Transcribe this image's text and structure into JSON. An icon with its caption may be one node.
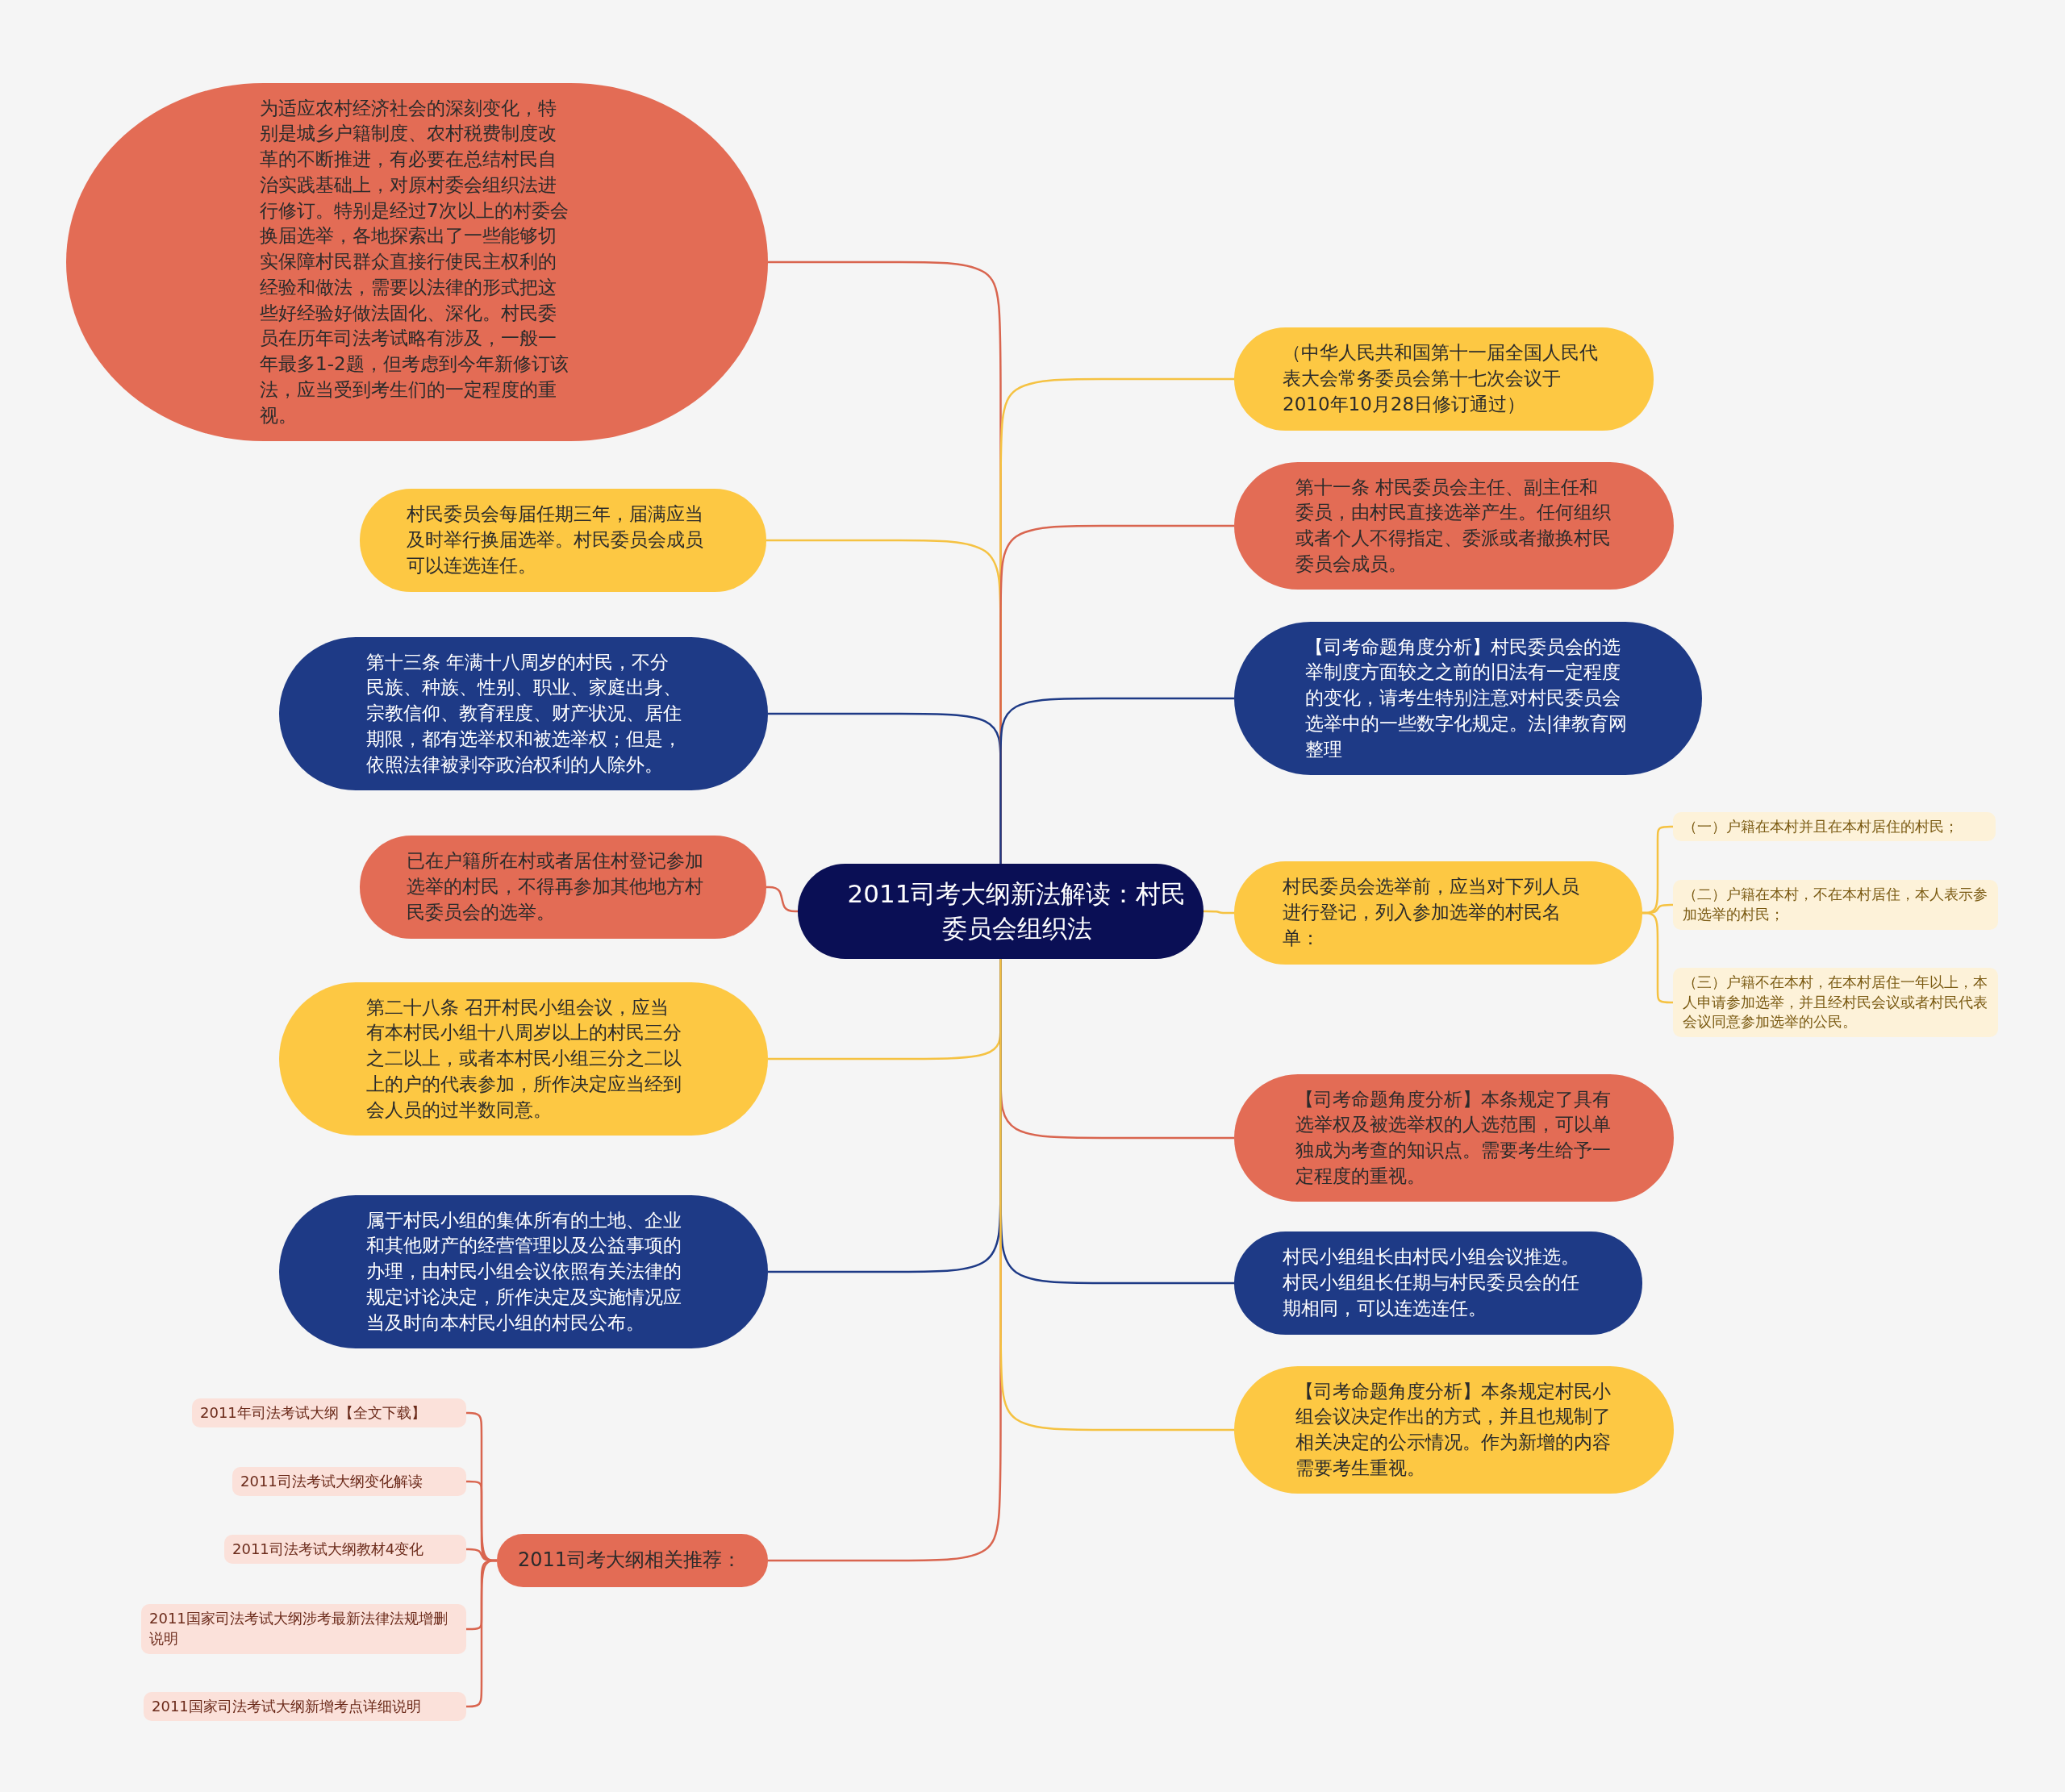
{
  "diagram": {
    "nodes": [
      {
        "text": [
          "2011司考大纲新法解读：村民委员会组织法"
        ]
      },
      {
        "text": [
          "为适应农村经济社会的深刻变化，特别是城乡户籍制度、农村税费制度改革的不断推进，有必要在总结村民自治实践基础上，对原村委会组织法进行修订。特别是经过7次以上的村委会换届选举，各地探索出了一些能够切实保障村民群众直接行使民主权利的经验和做法，需要以法律的形式把这些好经验好做法固化、深化。村民委员在历年司法考试略有涉及，一般一年最多1-2题，但考虑到今年新修订该法，应当受到考生们的一定程度的重视。"
        ]
      },
      {
        "text": [
          "村民委员会每届任期三年，届满应当及时举行换届选举。村民委员会成员可以连选连任。"
        ]
      },
      {
        "text": [
          "第十三条 年满十八周岁的村民，不分民族、种族、性别、职业、家庭出身、宗教信仰、教育程度、财产状况、居住期限，都有选举权和被选举权；但是，依照法律被剥夺政治权利的人除外。"
        ]
      },
      {
        "text": [
          "已在户籍所在村或者居住村登记参加选举的村民，不得再参加其他地方村民委员会的选举。"
        ]
      },
      {
        "text": [
          "第二十八条 召开村民小组会议，应当有本村民小组十八周岁以上的村民三分之二以上，或者本村民小组三分之二以上的户的代表参加，所作决定应当经到会人员的过半数同意。"
        ]
      },
      {
        "text": [
          "属于村民小组的集体所有的土地、企业和其他财产的经营管理以及公益事项的办理，由村民小组会议依照有关法律的规定讨论决定，所作决定及实施情况应当及时向本村民小组的村民公布。"
        ]
      },
      {
        "text": [
          "2011司考大纲相关推荐："
        ]
      },
      {
        "text": [
          "2011年司法考试大纲【全文下载】"
        ]
      },
      {
        "text": [
          "2011司法考试大纲变化解读"
        ]
      },
      {
        "text": [
          "2011司法考试大纲教材4变化"
        ]
      },
      {
        "text": [
          "2011国家司法考试大纲涉考最新法律法规增删说明"
        ]
      },
      {
        "text": [
          "2011国家司法考试大纲新增考点详细说明"
        ]
      },
      {
        "text": [
          "（中华人民共和国第十一届全国人民代表大会常务委员会第十七次会议于2010年10月28日修订通过）"
        ]
      },
      {
        "text": [
          "第十一条 村民委员会主任、副主任和委员，由村民直接选举产生。任何组织或者个人不得指定、委派或者撤换村民委员会成员。"
        ]
      },
      {
        "text": [
          "【司考命题角度分析】村民委员会的选举制度方面较之之前的旧法有一定程度的变化，请考生特别注意对村民委员会选举中的一些数字化规定。法|律教育网整理"
        ]
      },
      {
        "text": [
          "村民委员会选举前，应当对下列人员进行登记，列入参加选举的村民名单："
        ]
      },
      {
        "text": [
          "（一）户籍在本村并且在本村居住的村民；"
        ]
      },
      {
        "text": [
          "（二）户籍在本村，不在本村居住，本人表示参加选举的村民；"
        ]
      },
      {
        "text": [
          "（三）户籍不在本村，在本村居住一年以上，本人申请参加选举，并且经村民会议或者村民代表会议同意参加选举的公民。"
        ]
      },
      {
        "text": [
          "【司考命题角度分析】本条规定了具有选举权及被选举权的人选范围，可以单独成为考查的知识点。需要考生给予一定程度的重视。"
        ]
      },
      {
        "text": [
          "村民小组组长由村民小组会议推选。村民小组组长任期与村民委员会的任期相同，可以连选连任。"
        ]
      },
      {
        "text": [
          "【司考命题角度分析】本条规定村民小组会议决定作出的方式，并且也规制了相关决定的公示情况。作为新增的内容需要考生重视。"
        ]
      }
    ],
    "edges": [
      {
        "from": 0,
        "to": 1,
        "arrow": "none",
        "color": "#d9654f"
      },
      {
        "from": 0,
        "to": 2,
        "arrow": "none",
        "color": "#f5c242"
      },
      {
        "from": 0,
        "to": 3,
        "arrow": "none",
        "color": "#1e3a86"
      },
      {
        "from": 0,
        "to": 4,
        "arrow": "none",
        "color": "#d9654f"
      },
      {
        "from": 0,
        "to": 5,
        "arrow": "none",
        "color": "#f5c242"
      },
      {
        "from": 0,
        "to": 6,
        "arrow": "none",
        "color": "#1e3a86"
      },
      {
        "from": 0,
        "to": 7,
        "arrow": "none",
        "color": "#d9654f"
      },
      {
        "from": 7,
        "to": 8,
        "arrow": "none",
        "color": "#d9654f"
      },
      {
        "from": 7,
        "to": 9,
        "arrow": "none",
        "color": "#d9654f"
      },
      {
        "from": 7,
        "to": 10,
        "arrow": "none",
        "color": "#d9654f"
      },
      {
        "from": 7,
        "to": 11,
        "arrow": "none",
        "color": "#d9654f"
      },
      {
        "from": 7,
        "to": 12,
        "arrow": "none",
        "color": "#d9654f"
      },
      {
        "from": 0,
        "to": 13,
        "arrow": "none",
        "color": "#f5c242"
      },
      {
        "from": 0,
        "to": 14,
        "arrow": "none",
        "color": "#d9654f"
      },
      {
        "from": 0,
        "to": 15,
        "arrow": "none",
        "color": "#1e3a86"
      },
      {
        "from": 0,
        "to": 16,
        "arrow": "none",
        "color": "#f5c242"
      },
      {
        "from": 16,
        "to": 17,
        "arrow": "none",
        "color": "#f5c242"
      },
      {
        "from": 16,
        "to": 18,
        "arrow": "none",
        "color": "#f5c242"
      },
      {
        "from": 16,
        "to": 19,
        "arrow": "none",
        "color": "#f5c242"
      },
      {
        "from": 0,
        "to": 20,
        "arrow": "none",
        "color": "#d9654f"
      },
      {
        "from": 0,
        "to": 21,
        "arrow": "none",
        "color": "#1e3a86"
      },
      {
        "from": 0,
        "to": 22,
        "arrow": "none",
        "color": "#f5c242"
      }
    ]
  }
}
